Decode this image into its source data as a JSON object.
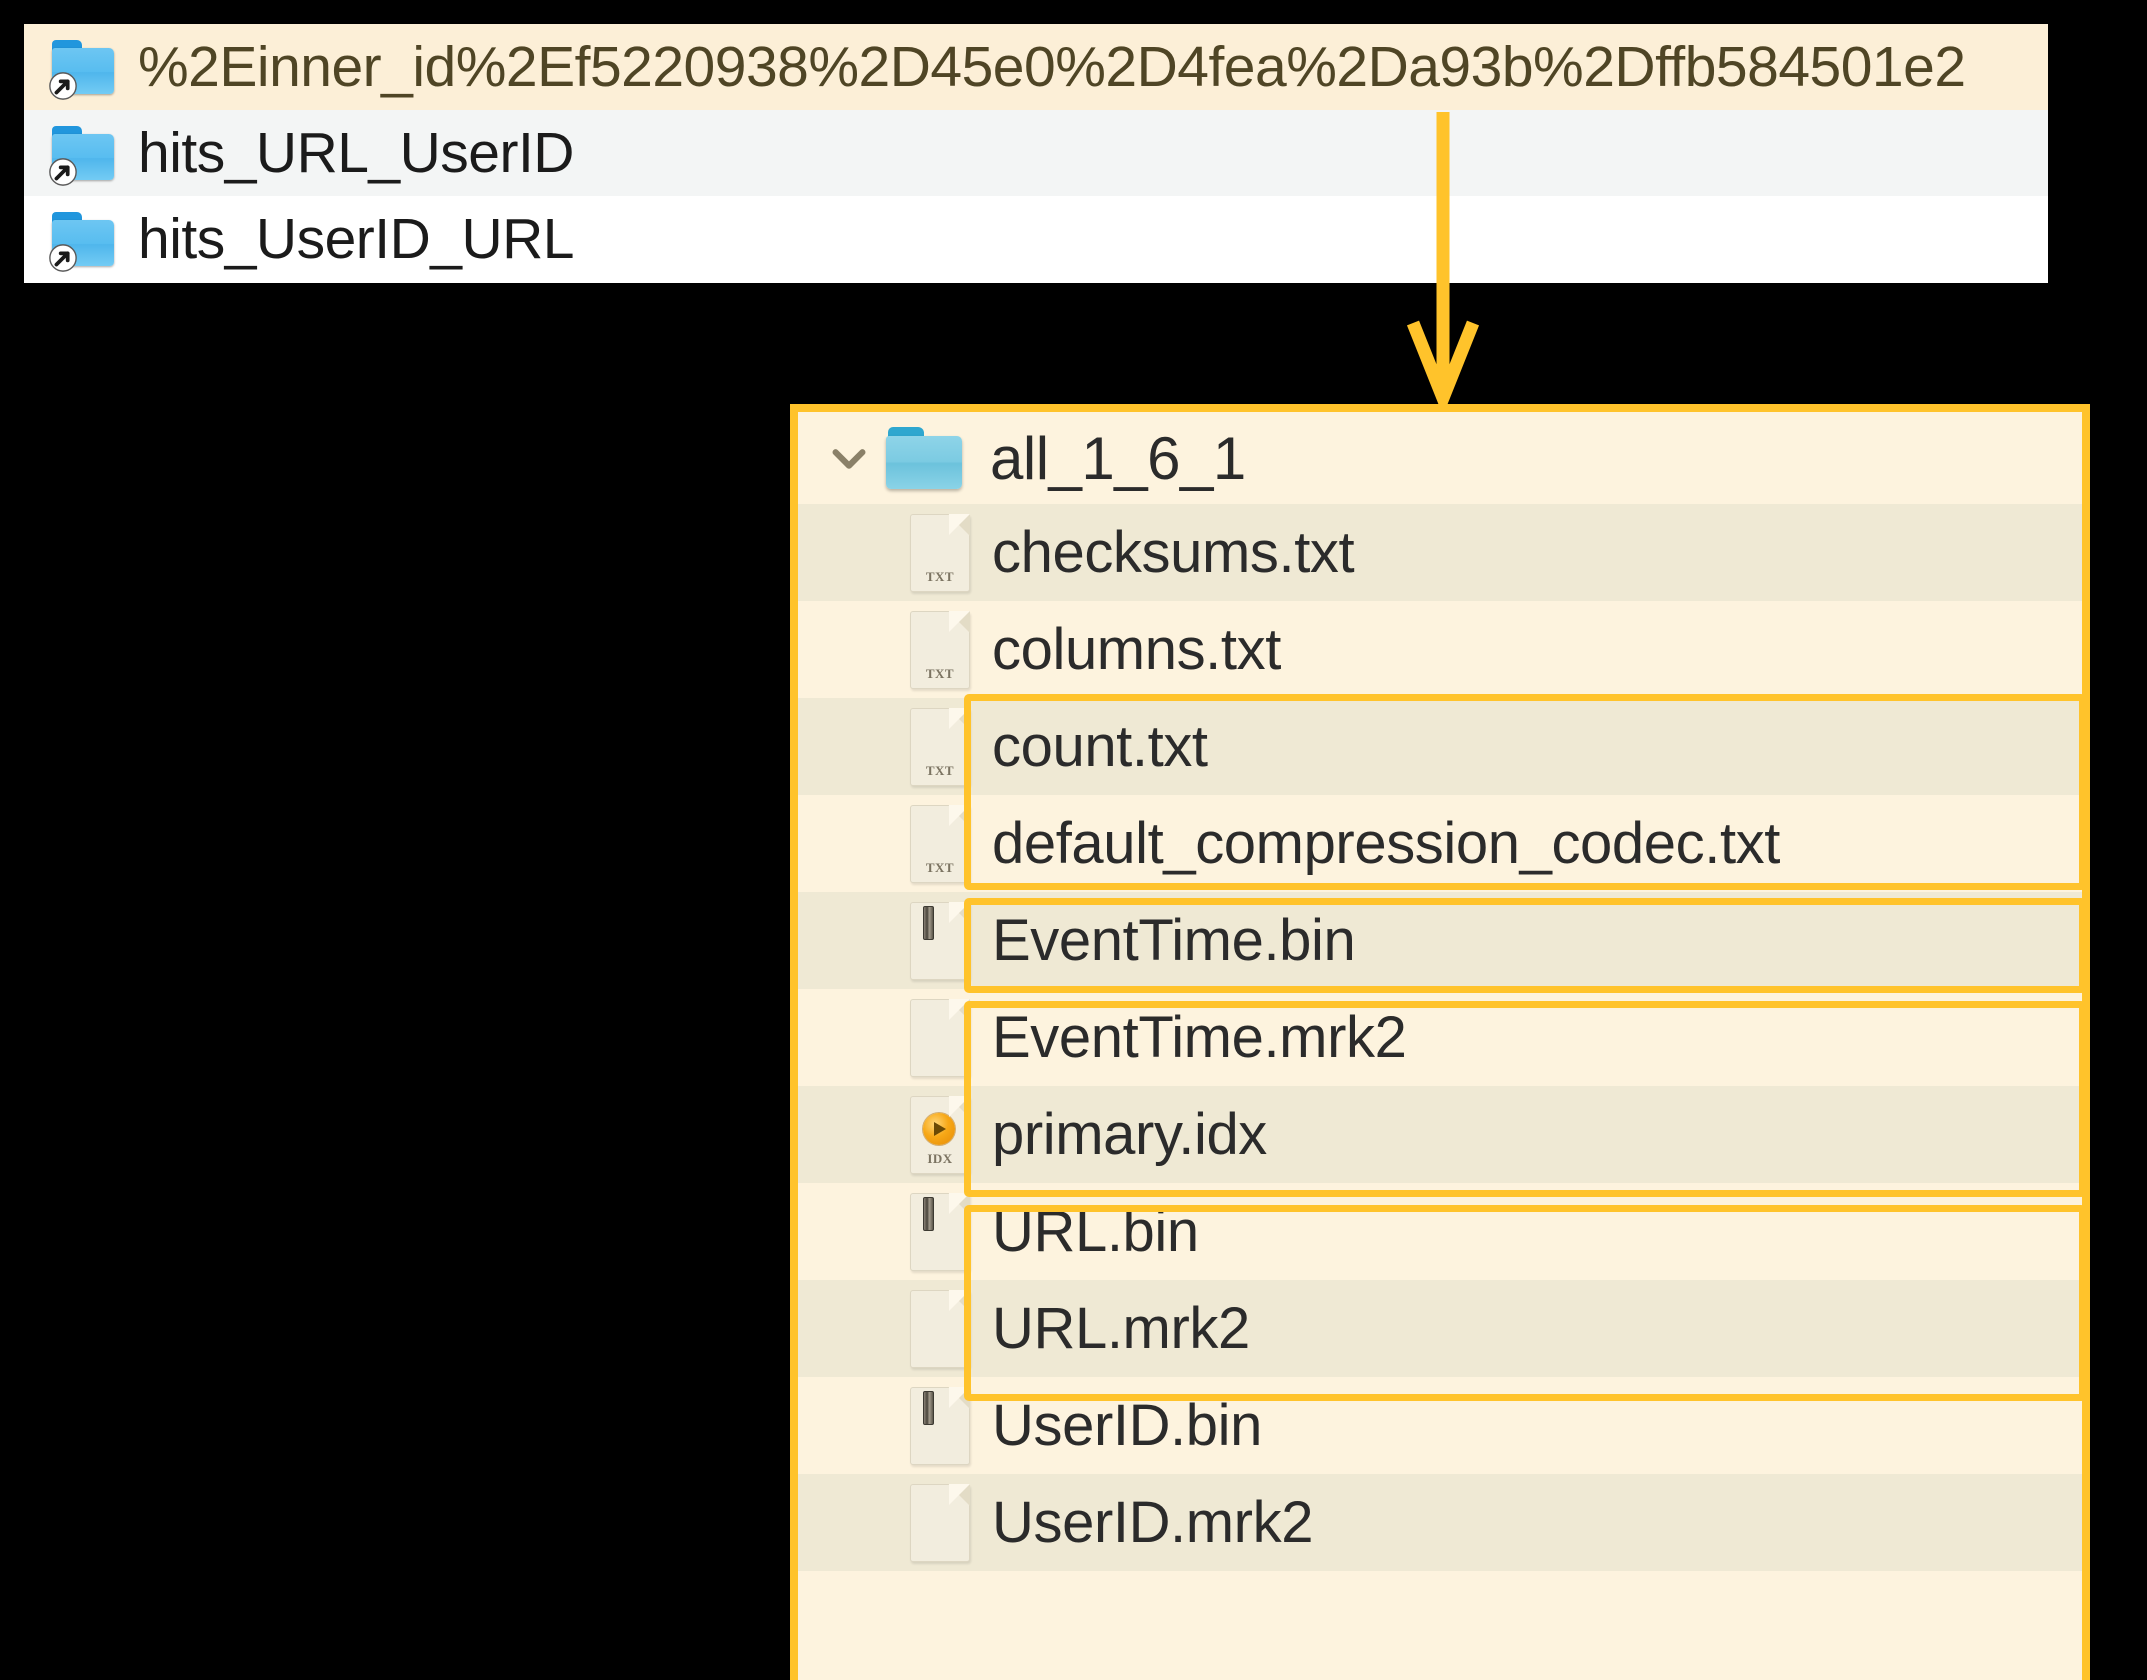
{
  "top_panel": {
    "name": "symlink-folder-list",
    "rows": [
      {
        "icon": "folder-symlink-icon",
        "label": "%2Einner_id%2Ef5220938%2D45e0%2D4fea%2Da93b%2Dffb584501e2",
        "state": "highlighted"
      },
      {
        "icon": "folder-symlink-icon",
        "label": "hits_URL_UserID",
        "state": "hover"
      },
      {
        "icon": "folder-symlink-icon",
        "label": "hits_UserID_URL",
        "state": "normal"
      }
    ]
  },
  "connector": {
    "name": "arrow-down-connector",
    "color": "#FFC32B"
  },
  "main_panel": {
    "name": "part-folder-detail",
    "border_color": "#FFC32B",
    "header": {
      "expand_icon": "chevron-down-icon",
      "folder_icon": "folder-icon",
      "label": "all_1_6_1",
      "expanded": true
    },
    "files": [
      {
        "icon": "txt-file-icon",
        "tag": "TXT",
        "name": "checksums.txt",
        "highlighted": false
      },
      {
        "icon": "txt-file-icon",
        "tag": "TXT",
        "name": "columns.txt",
        "highlighted": false
      },
      {
        "icon": "txt-file-icon",
        "tag": "TXT",
        "name": "count.txt",
        "highlighted": false
      },
      {
        "icon": "txt-file-icon",
        "tag": "TXT",
        "name": "default_compression_codec.txt",
        "highlighted": false
      },
      {
        "icon": "binary-file-icon",
        "tag": "",
        "name": "EventTime.bin",
        "highlighted": true
      },
      {
        "icon": "blank-file-icon",
        "tag": "",
        "name": "EventTime.mrk2",
        "highlighted": true
      },
      {
        "icon": "idx-file-icon",
        "tag": "IDX",
        "name": "primary.idx",
        "highlighted": true
      },
      {
        "icon": "binary-file-icon",
        "tag": "",
        "name": "URL.bin",
        "highlighted": true
      },
      {
        "icon": "blank-file-icon",
        "tag": "",
        "name": "URL.mrk2",
        "highlighted": true
      },
      {
        "icon": "binary-file-icon",
        "tag": "",
        "name": "UserID.bin",
        "highlighted": true
      },
      {
        "icon": "blank-file-icon",
        "tag": "",
        "name": "UserID.mrk2",
        "highlighted": true
      }
    ],
    "highlight_groups": [
      {
        "name": "eventtime-column-group",
        "files": [
          "EventTime.bin",
          "EventTime.mrk2"
        ]
      },
      {
        "name": "primary-index-group",
        "files": [
          "primary.idx"
        ]
      },
      {
        "name": "url-column-group",
        "files": [
          "URL.bin",
          "URL.mrk2"
        ]
      },
      {
        "name": "userid-column-group",
        "files": [
          "UserID.bin",
          "UserID.mrk2"
        ]
      }
    ]
  }
}
